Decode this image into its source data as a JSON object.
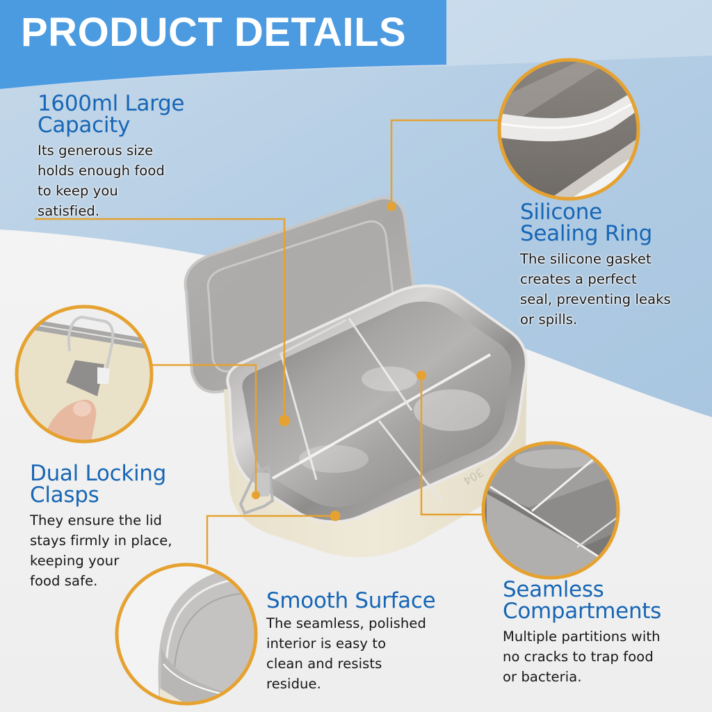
{
  "banner": {
    "title": "PRODUCT DETAILS",
    "color": "#4a9ae0"
  },
  "colors": {
    "heading": "#1766b5",
    "body_text": "#151515",
    "accent_gold": "#e6a230",
    "sky_blue": "#aecae2",
    "floor": "#f1f1f1"
  },
  "product": {
    "name": "stainless steel bento lunch box",
    "body_color": "#ece6d3",
    "engraving": "304"
  },
  "features": [
    {
      "id": "capacity",
      "title": "1600ml Large\nCapacity",
      "title_lines": [
        "1600ml Large",
        "Capacity"
      ],
      "body": "Its generous size\nholds enough food\nto keep you\nsatisfied."
    },
    {
      "id": "sealing-ring",
      "title_lines": [
        "Silicone",
        "Sealing Ring"
      ],
      "body": "The silicone gasket\ncreates a perfect\nseal, preventing leaks\nor spills."
    },
    {
      "id": "locking-clasps",
      "title_lines": [
        "Dual Locking",
        "Clasps"
      ],
      "body": "They ensure the lid\nstays firmly in place,\nkeeping your\nfood safe."
    },
    {
      "id": "smooth-surface",
      "title_lines": [
        "Smooth Surface"
      ],
      "body": "The seamless, polished\ninterior is easy to\nclean and resists\nresidue."
    },
    {
      "id": "compartments",
      "title_lines": [
        "Seamless",
        "Compartments"
      ],
      "body": "Multiple partitions with\nno cracks to trap food\nor bacteria."
    }
  ],
  "insets": [
    {
      "id": "gasket-closeup",
      "label": "silicone gasket close-up"
    },
    {
      "id": "clasp-closeup",
      "label": "locking clasp close-up"
    },
    {
      "id": "partition-closeup",
      "label": "partition seams close-up"
    },
    {
      "id": "lid-edge-closeup",
      "label": "polished lid edge close-up"
    }
  ]
}
